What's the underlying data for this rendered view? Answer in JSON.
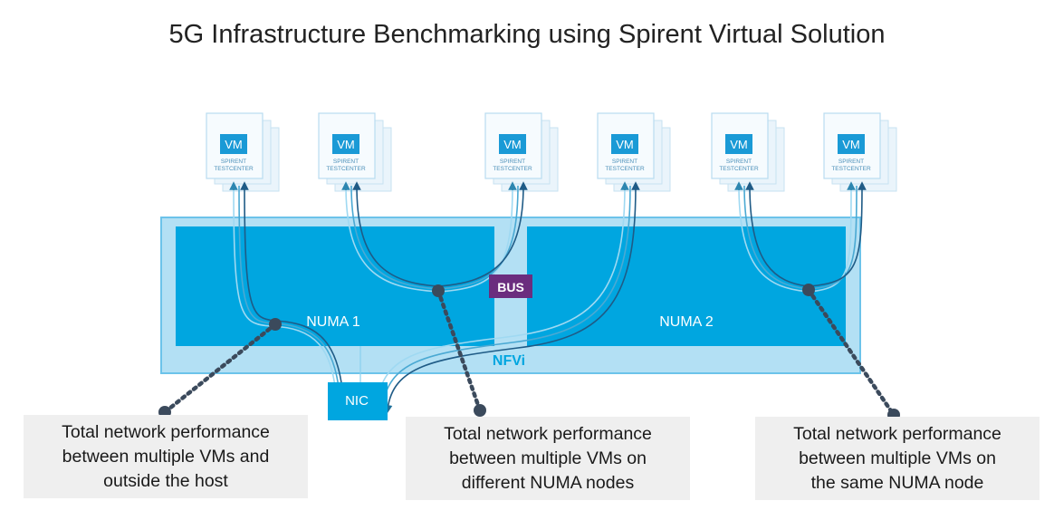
{
  "title": "5G Infrastructure Benchmarking using Spirent Virtual Solution",
  "vm": {
    "badge": "VM",
    "line1": "SPIRENT",
    "line2": "TESTCENTER",
    "count": 6
  },
  "nfvi_label": "NFVi",
  "numa1_label": "NUMA 1",
  "numa2_label": "NUMA 2",
  "bus_label": "BUS",
  "nic_label": "NIC",
  "captions": {
    "outside_host": [
      "Total network performance",
      "between multiple VMs and",
      "outside the host"
    ],
    "different_numa": [
      "Total network performance",
      "between multiple VMs on",
      "different NUMA nodes"
    ],
    "same_numa": [
      "Total network performance",
      "between multiple VMs on",
      "the same NUMA node"
    ]
  },
  "colors": {
    "nfvi_fill": "#b3e0f4",
    "numa_fill": "#00a6e0",
    "bus_fill": "#6b2d7e",
    "vm_badge": "#1a9ad6",
    "line_dark": "#1f5b86",
    "line_light": "#9fd9f2",
    "dot": "#3b4a5c"
  }
}
